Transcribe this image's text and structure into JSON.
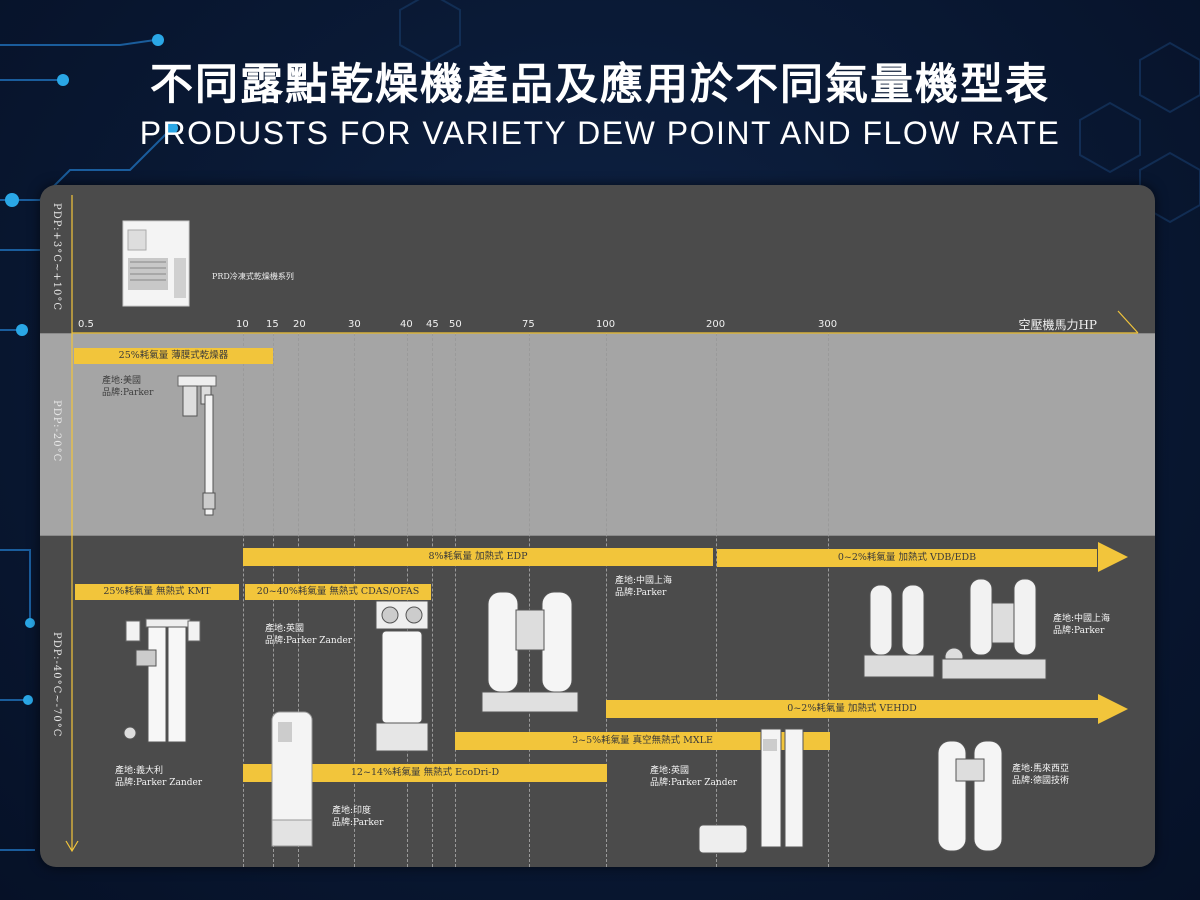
{
  "title_zh": "不同露點乾燥機產品及應用於不同氣量機型表",
  "title_en": "PRODUSTS FOR VARIETY DEW POINT AND FLOW RATE",
  "colors": {
    "accent_yellow": "#f2c53b",
    "panel": "#4b4b4b",
    "mid_band": "#a5a5a5"
  },
  "dew_point_labels": {
    "top": "PDP:+3°C~+10°C",
    "middle": "PDP:-20°C",
    "bottom": "PDP:-40°C~-70°C"
  },
  "hp_axis": {
    "label": "空壓機馬力HP",
    "ticks": [
      "0.5",
      "10",
      "15",
      "20",
      "30",
      "40",
      "45",
      "50",
      "75",
      "100",
      "200",
      "300"
    ]
  },
  "refrigerated": {
    "caption": "PRD冷凍式乾燥機系列"
  },
  "bars": {
    "membrane": "25%耗氣量 薄膜式乾燥器",
    "edp": "8%耗氣量 加熱式 EDP",
    "vdb": "0~2%耗氣量 加熱式 VDB/EDB",
    "kmt": "25%耗氣量 無熱式 KMT",
    "cdas": "20~40%耗氣量 無熱式 CDAS/OFAS",
    "vehdd": "0~2%耗氣量 加熱式 VEHDD",
    "mxle": "3~5%耗氣量 真空無熱式 MXLE",
    "ecodri": "12~14%耗氣量 無熱式 EcoDri-D"
  },
  "notes": {
    "membrane": "產地:美國\n品牌:Parker",
    "cdas": "產地:英國\n品牌:Parker Zander",
    "edp": "產地:中國上海\n品牌:Parker",
    "vdb": "產地:中國上海\n品牌:Parker",
    "kmt": "產地:義大利\n品牌:Parker Zander",
    "ecodri": "產地:印度\n品牌:Parker",
    "mxle": "產地:英國\n品牌:Parker Zander",
    "vehdd": "產地:馬來西亞\n品牌:德國技術"
  }
}
